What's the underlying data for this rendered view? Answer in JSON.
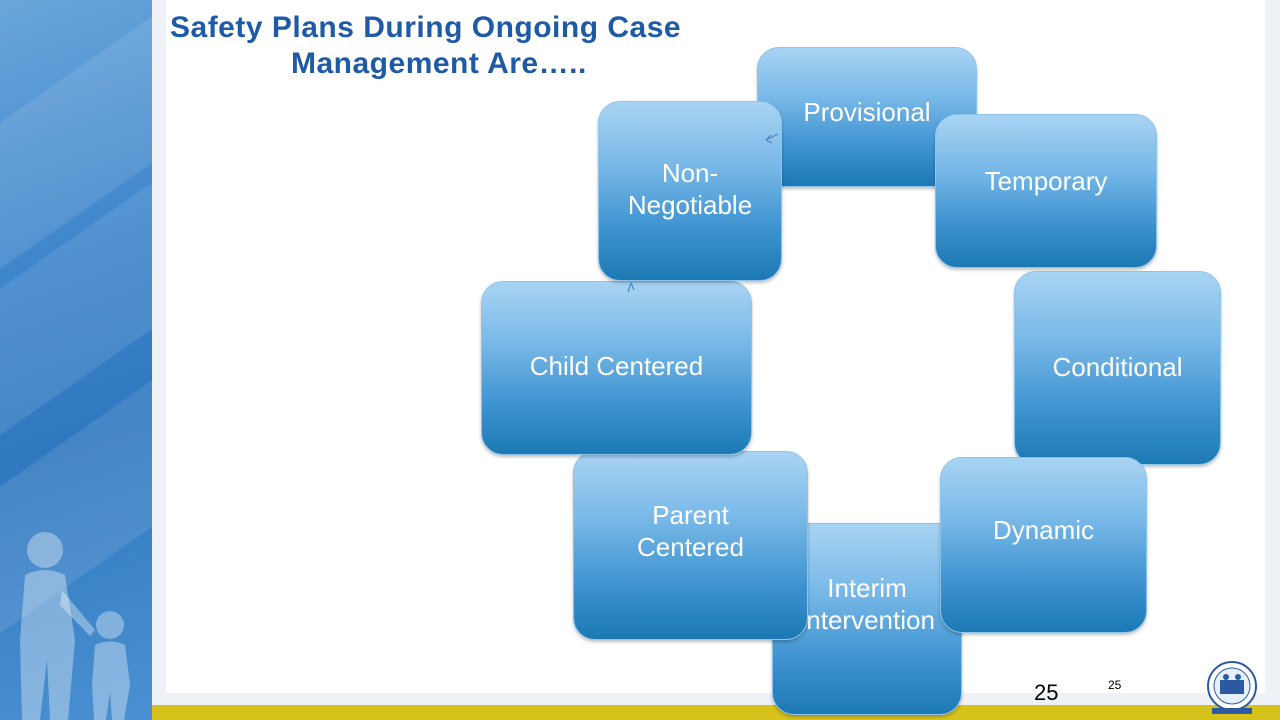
{
  "title": {
    "line1": "Safety Plans During Ongoing Case",
    "line2": "Management Are….."
  },
  "boxes": {
    "provisional": "Provisional",
    "temporary": "Temporary",
    "conditional": "Conditional",
    "dynamic": "Dynamic",
    "interim": "Interim Intervention",
    "parent": "Parent Centered",
    "child": "Child Centered",
    "non_negotiable": "Non-\nNegotiable"
  },
  "page_number_large": "25",
  "page_number_small": "25",
  "colors": {
    "title": "#1f5aa6",
    "box_top": "#a9d4f3",
    "box_bottom": "#1c79b4",
    "accent_bar": "#d7c21c",
    "left_panel": "#3f86cc"
  }
}
